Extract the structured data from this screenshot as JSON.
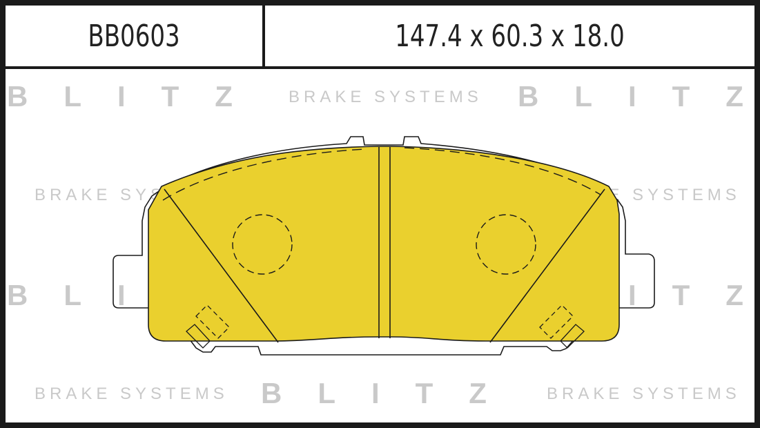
{
  "header": {
    "part_number": "BB0603",
    "dimensions": "147.4 x 60.3 x 18.0"
  },
  "watermark": {
    "brand": "BLITZ",
    "tagline": "BRAKE SYSTEMS"
  },
  "colors": {
    "pad_fill": "#EAD02E",
    "outline": "#1a1a1a",
    "watermark": "#c9c9c9"
  }
}
